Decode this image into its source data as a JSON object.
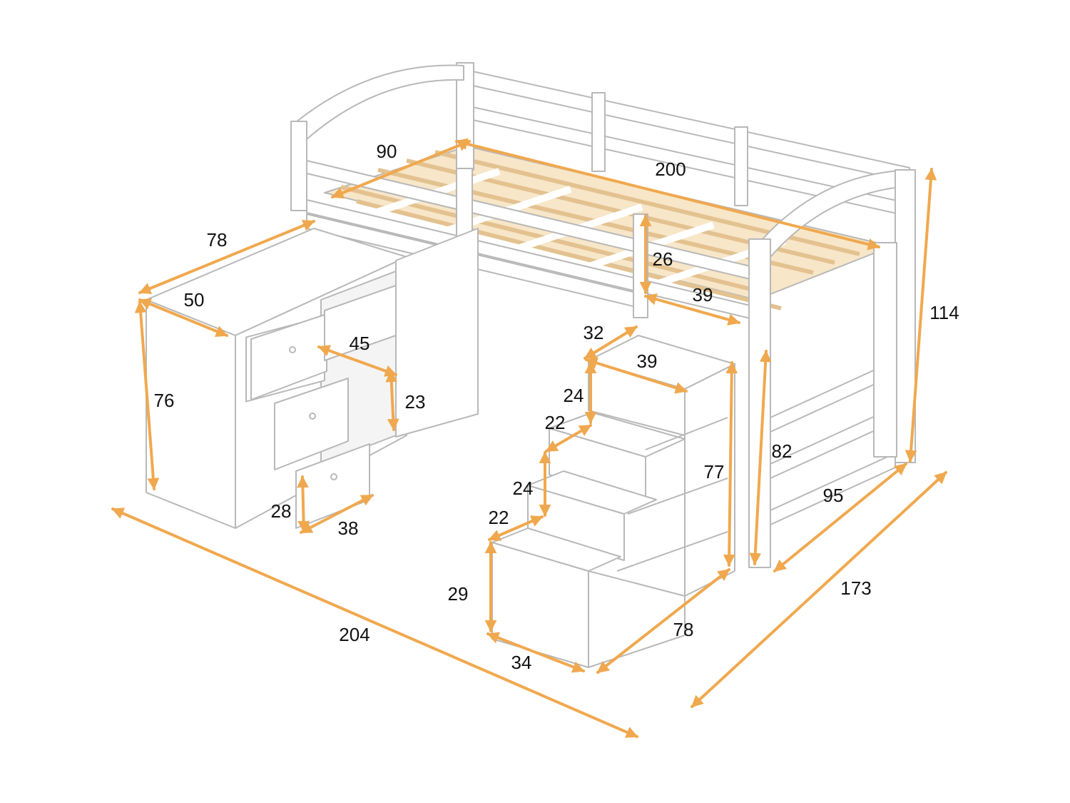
{
  "colors": {
    "arrow": "#F0A84E",
    "furniture_fill": "#FFFFFF",
    "furniture_stroke": "#B8B8B8",
    "slat": "#F3DAB2",
    "label": "#111111"
  },
  "dimensions": {
    "bed_width": "90",
    "bed_length": "200",
    "desk_depth": "78",
    "desk_width": "50",
    "desk_height": "76",
    "drawer_width": "45",
    "drawer_height": "23",
    "bottom_drawer_height": "28",
    "bottom_drawer_width": "38",
    "guardrail_height": "26",
    "guardrail_gap": "39",
    "stair_top_depth": "32",
    "stair_top_width": "39",
    "step_height_upper": "24",
    "step_depth_upper": "22",
    "step_height_lower": "24",
    "step_depth_lower": "22",
    "stair_base_height": "29",
    "stair_base_width": "34",
    "stair_length": "78",
    "stair_height": "77",
    "under_bed_clearance": "82",
    "bed_depth_foot": "95",
    "overall_depth": "173",
    "overall_length": "204",
    "overall_height": "114"
  }
}
